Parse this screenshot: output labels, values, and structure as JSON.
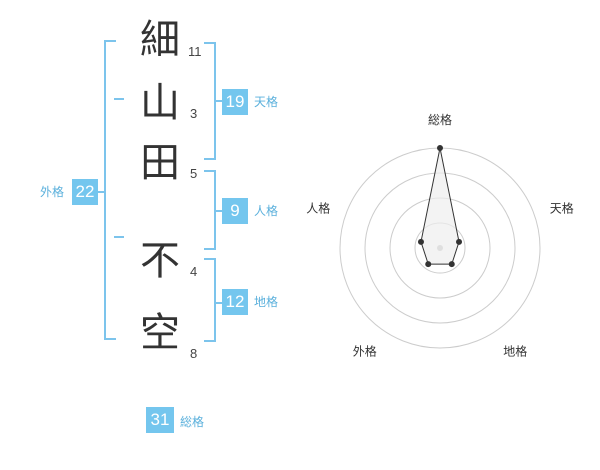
{
  "name_chars": [
    {
      "char": "細",
      "strokes": "11"
    },
    {
      "char": "山",
      "strokes": "3"
    },
    {
      "char": "田",
      "strokes": "5"
    },
    {
      "char": "不",
      "strokes": "4"
    },
    {
      "char": "空",
      "strokes": "8"
    }
  ],
  "fortunes": {
    "tenkaku": {
      "value": "19",
      "label": "天格"
    },
    "jinkaku": {
      "value": "9",
      "label": "人格"
    },
    "chikaku": {
      "value": "12",
      "label": "地格"
    },
    "gaikaku": {
      "value": "22",
      "label": "外格"
    },
    "soukaku": {
      "value": "31",
      "label": "総格"
    }
  },
  "radar": {
    "labels": [
      "総格",
      "天格",
      "地格",
      "外格",
      "人格"
    ],
    "values": [
      5,
      1,
      1,
      1,
      1
    ],
    "max": 5,
    "colors": {
      "ring": "#cccccc",
      "fill": "#eeeeee",
      "line": "#333333",
      "center": "#bbbbbb"
    }
  }
}
